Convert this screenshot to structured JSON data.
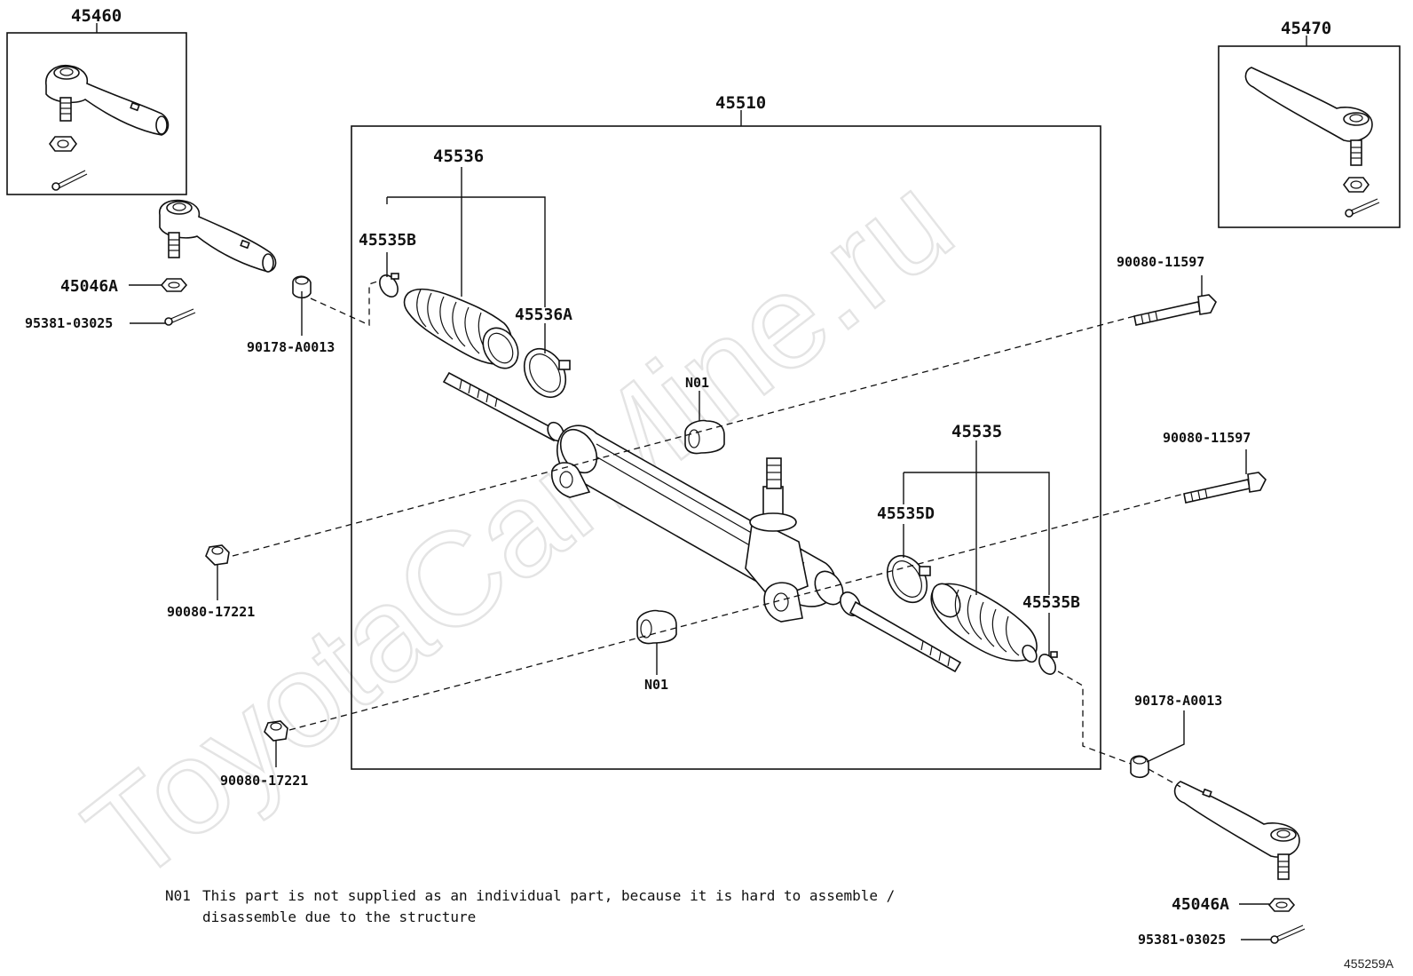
{
  "watermark": "ToyotaCarMine.ru",
  "ref_code": "455259A",
  "labels": {
    "tie_rod_end_lh_kit": "45460",
    "tie_rod_end_rh_kit": "45470",
    "gear_assembly": "45510",
    "boot_kit_lh": "45536",
    "boot_kit_rh": "45535",
    "clip_lh": "45535B",
    "clamp_lh": "45536A",
    "clamp_rh": "45535D",
    "clip_rh": "45535B",
    "nut_lh": "45046A",
    "nut_rh": "45046A",
    "cotter_pin_lh": "95381-03025",
    "cotter_pin_rh": "95381-03025",
    "grommet_nut_lh": "90178-A0013",
    "grommet_nut_rh": "90178-A0013",
    "bolt_upper": "90080-11597",
    "bolt_lower": "90080-11597",
    "nut_mount_upper": "90080-17221",
    "nut_mount_lower": "90080-17221",
    "bushing_upper": "N01",
    "bushing_lower": "N01"
  },
  "footnote": {
    "code": "N01",
    "line1": "This part is not supplied as an individual part, because it is hard to assemble /",
    "line2": "disassemble due to the structure"
  }
}
